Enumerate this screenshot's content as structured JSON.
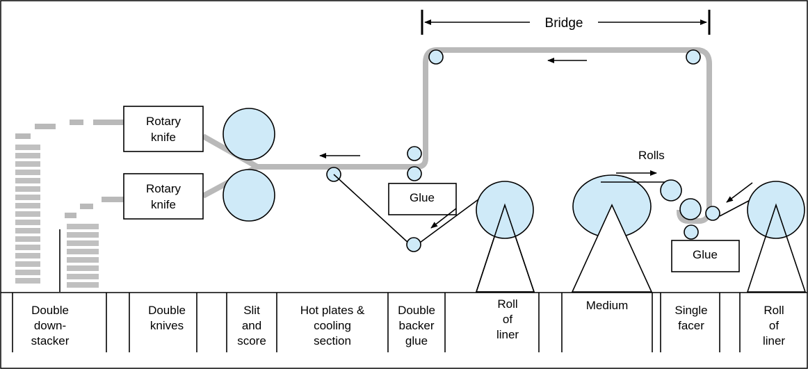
{
  "labels": {
    "bridge": "Bridge",
    "rolls": "Rolls",
    "rotary_knife_top": [
      "Rotary",
      "knife"
    ],
    "rotary_knife_bottom": [
      "Rotary",
      "knife"
    ],
    "glue_left": "Glue",
    "glue_right": "Glue"
  },
  "sections": [
    {
      "id": "double-downstacker",
      "lines": [
        "Double",
        "down-",
        "stacker"
      ]
    },
    {
      "id": "double-knives",
      "lines": [
        "Double",
        "knives"
      ]
    },
    {
      "id": "slit-and-score",
      "lines": [
        "Slit",
        "and",
        "score"
      ]
    },
    {
      "id": "hot-plates",
      "lines": [
        "Hot plates &",
        "cooling",
        "section"
      ]
    },
    {
      "id": "double-backer-glue",
      "lines": [
        "Double",
        "backer",
        "glue"
      ]
    },
    {
      "id": "roll-of-liner-left",
      "lines": [
        "Roll",
        "of",
        "liner"
      ]
    },
    {
      "id": "medium",
      "lines": [
        "Medium"
      ]
    },
    {
      "id": "single-facer",
      "lines": [
        "Single",
        "facer"
      ]
    },
    {
      "id": "roll-of-liner-right",
      "lines": [
        "Roll",
        "of",
        "liner"
      ]
    }
  ]
}
